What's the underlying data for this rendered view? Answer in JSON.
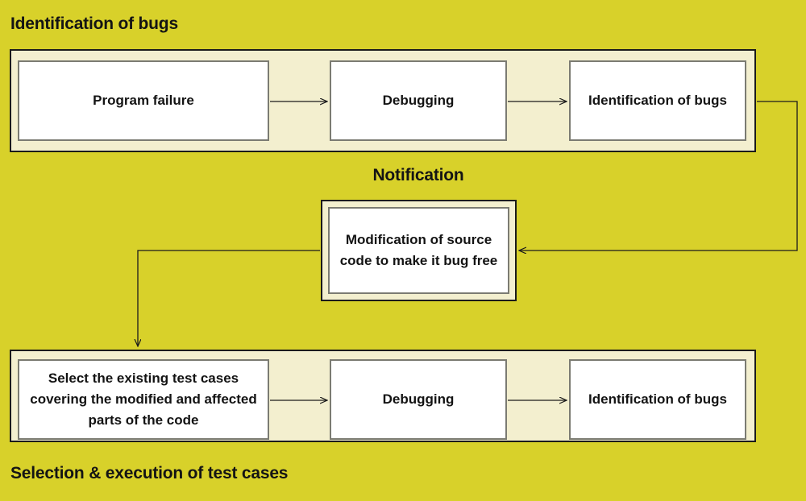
{
  "diagram": {
    "title_top": "Identification of bugs",
    "title_middle": "Notification",
    "title_bottom": "Selection & execution of test cases",
    "colors": {
      "background": "#d8d12a",
      "band_fill": "#f3efcf",
      "box_fill": "#ffffff",
      "box_border": "#7b7b72",
      "band_border": "#1b1b1b",
      "text": "#131313",
      "connector": "#1b1b1b"
    },
    "sections": {
      "top": {
        "label": "Identification of bugs",
        "nodes": [
          {
            "id": "program-failure",
            "label": "Program failure"
          },
          {
            "id": "debugging-top",
            "label": "Debugging"
          },
          {
            "id": "identification-top",
            "label": "Identification of bugs"
          }
        ]
      },
      "middle": {
        "label": "Notification",
        "nodes": [
          {
            "id": "modification",
            "label": "Modification of source code to make it bug free"
          }
        ]
      },
      "bottom": {
        "label": "Selection & execution of test cases",
        "nodes": [
          {
            "id": "select-tests",
            "label": "Select the existing test cases covering the modified and affected parts of the code"
          },
          {
            "id": "debugging-bottom",
            "label": "Debugging"
          },
          {
            "id": "identification-bottom",
            "label": "Identification of bugs"
          }
        ]
      }
    },
    "edges": [
      {
        "from": "program-failure",
        "to": "debugging-top"
      },
      {
        "from": "debugging-top",
        "to": "identification-top"
      },
      {
        "from": "identification-top",
        "to": "modification"
      },
      {
        "from": "modification",
        "to": "select-tests"
      },
      {
        "from": "select-tests",
        "to": "debugging-bottom"
      },
      {
        "from": "debugging-bottom",
        "to": "identification-bottom"
      }
    ]
  }
}
